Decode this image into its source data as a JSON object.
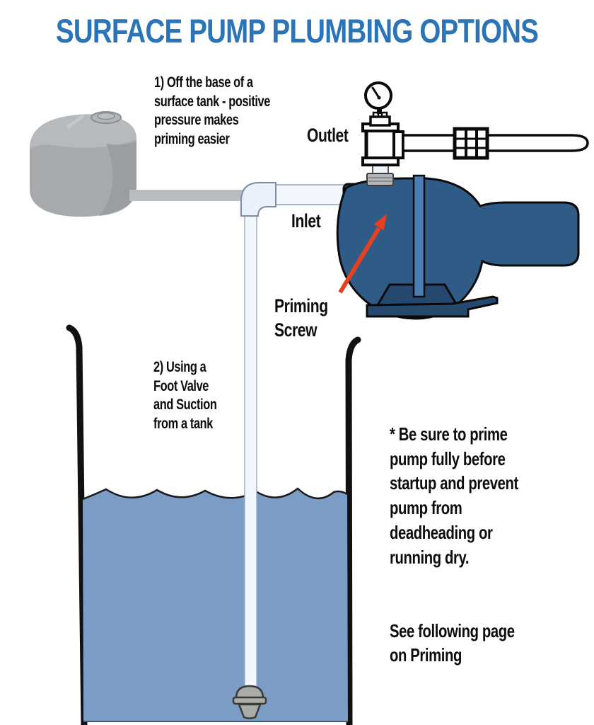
{
  "title": "SURFACE PUMP PLUMBING OPTIONS",
  "annotations": {
    "option1": "1) Off the base of a\nsurface tank - positive\npressure makes\npriming easier",
    "option2": "2) Using a\nFoot Valve\nand Suction\nfrom a tank",
    "note": "* Be sure to prime\npump fully before\nstartup and prevent\npump from\ndeadheading or\nrunning dry.",
    "see_note": "See following page\non Priming"
  },
  "labels": {
    "outlet": "Outlet",
    "inlet": "Inlet",
    "priming_screw": "Priming\nScrew"
  },
  "colors": {
    "title_blue": "#2b74b8",
    "text_black": "#0d0d0d",
    "pump_body": "#2e5c87",
    "pump_stripe": "#4a7fb5",
    "pump_base": "#25496e",
    "water_blue": "#7b9cc5",
    "tank_gray": "#a6aaad",
    "tank_gray_light": "#b6babc",
    "tank_gray_dark": "#989c9f",
    "gray_pipe": "#b9bdbf",
    "white_pipe": "#f2f7fd",
    "fitting_gray": "#b3b7ba",
    "arrow_red": "#e8401f",
    "outline": "#0a0a0a"
  }
}
